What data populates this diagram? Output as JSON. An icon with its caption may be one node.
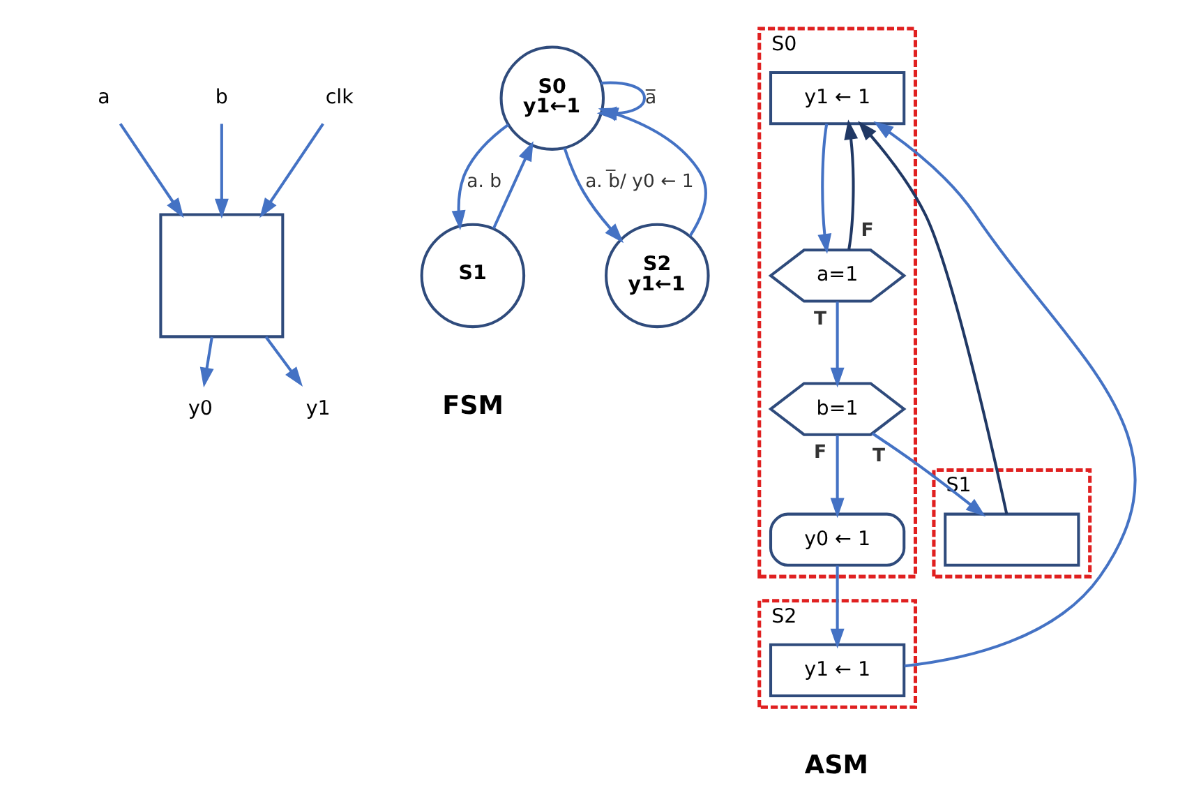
{
  "diagram": {
    "nodes": [
      {
        "text": [
          "a"
        ]
      },
      {
        "text": [
          "b"
        ]
      },
      {
        "text": [
          "clk"
        ]
      },
      {
        "text": [],
        "shape": "box"
      },
      {
        "text": [
          "y0"
        ]
      },
      {
        "text": [
          "y1"
        ]
      },
      {
        "text": [
          "S0",
          "y1←1"
        ]
      },
      {
        "text": [
          "S1"
        ]
      },
      {
        "text": [
          "S2",
          "y1←1"
        ]
      },
      {
        "text": [
          "S0"
        ]
      },
      {
        "text": [
          "y1 ← 1"
        ],
        "in": 9
      },
      {
        "text": [
          "a=1"
        ],
        "in": 9
      },
      {
        "text": [
          "b=1"
        ],
        "in": 9
      },
      {
        "text": [
          "y0 ← 1"
        ],
        "in": 9
      },
      {
        "text": [
          "S1"
        ]
      },
      {
        "text": [],
        "shape": "box",
        "in": 14
      },
      {
        "text": [
          "S2"
        ]
      },
      {
        "text": [
          "y1 ← 1"
        ],
        "in": 16
      }
    ],
    "edges": [
      {
        "from": 0,
        "to": 3,
        "arrow": "to"
      },
      {
        "from": 1,
        "to": 3,
        "arrow": "to"
      },
      {
        "from": 2,
        "to": 3,
        "arrow": "to"
      },
      {
        "from": 3,
        "to": 4,
        "arrow": "to"
      },
      {
        "from": 3,
        "to": 5,
        "arrow": "to"
      },
      {
        "from": 6,
        "to": 6,
        "arrow": "to",
        "label": "a̅"
      },
      {
        "from": 7,
        "to": 6,
        "arrow": "to"
      },
      {
        "from": 6,
        "to": 7,
        "arrow": "to",
        "label": "a. b"
      },
      {
        "from": 6,
        "to": 8,
        "arrow": "to",
        "label": "a. b̅/ y0 ← 1"
      },
      {
        "from": 8,
        "to": 6,
        "arrow": "to"
      },
      {
        "from": 10,
        "to": 11,
        "arrow": "to"
      },
      {
        "from": 11,
        "to": 10,
        "arrow": "to",
        "label": "F",
        "color": "#203864"
      },
      {
        "from": 11,
        "to": 12,
        "arrow": "to",
        "label": "T"
      },
      {
        "from": 12,
        "to": 15,
        "arrow": "to",
        "label": "T"
      },
      {
        "from": 12,
        "to": 13,
        "arrow": "to",
        "label": "F"
      },
      {
        "from": 13,
        "to": 17,
        "arrow": "to"
      },
      {
        "from": 15,
        "to": 10,
        "arrow": "to",
        "color": "#203864"
      },
      {
        "from": 17,
        "to": 10,
        "arrow": "to"
      }
    ],
    "labels": [
      "FSM",
      "ASM"
    ]
  }
}
